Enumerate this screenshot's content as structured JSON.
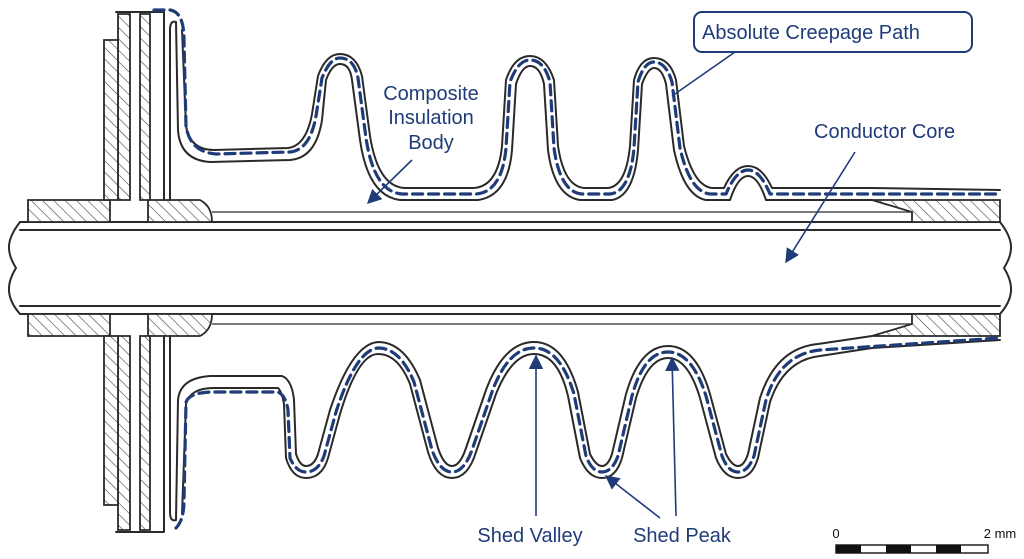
{
  "labels": {
    "creepage": "Absolute Creepage Path",
    "body_line1": "Composite",
    "body_line2": "Insulation",
    "body_line3": "Body",
    "conductor": "Conductor Core",
    "valley": "Shed Valley",
    "peak": "Shed Peak"
  },
  "scale_bar": {
    "start": "0",
    "end": "2 mm"
  },
  "colors": {
    "accent": "#1f3c78",
    "line": "#2a2a2a"
  }
}
